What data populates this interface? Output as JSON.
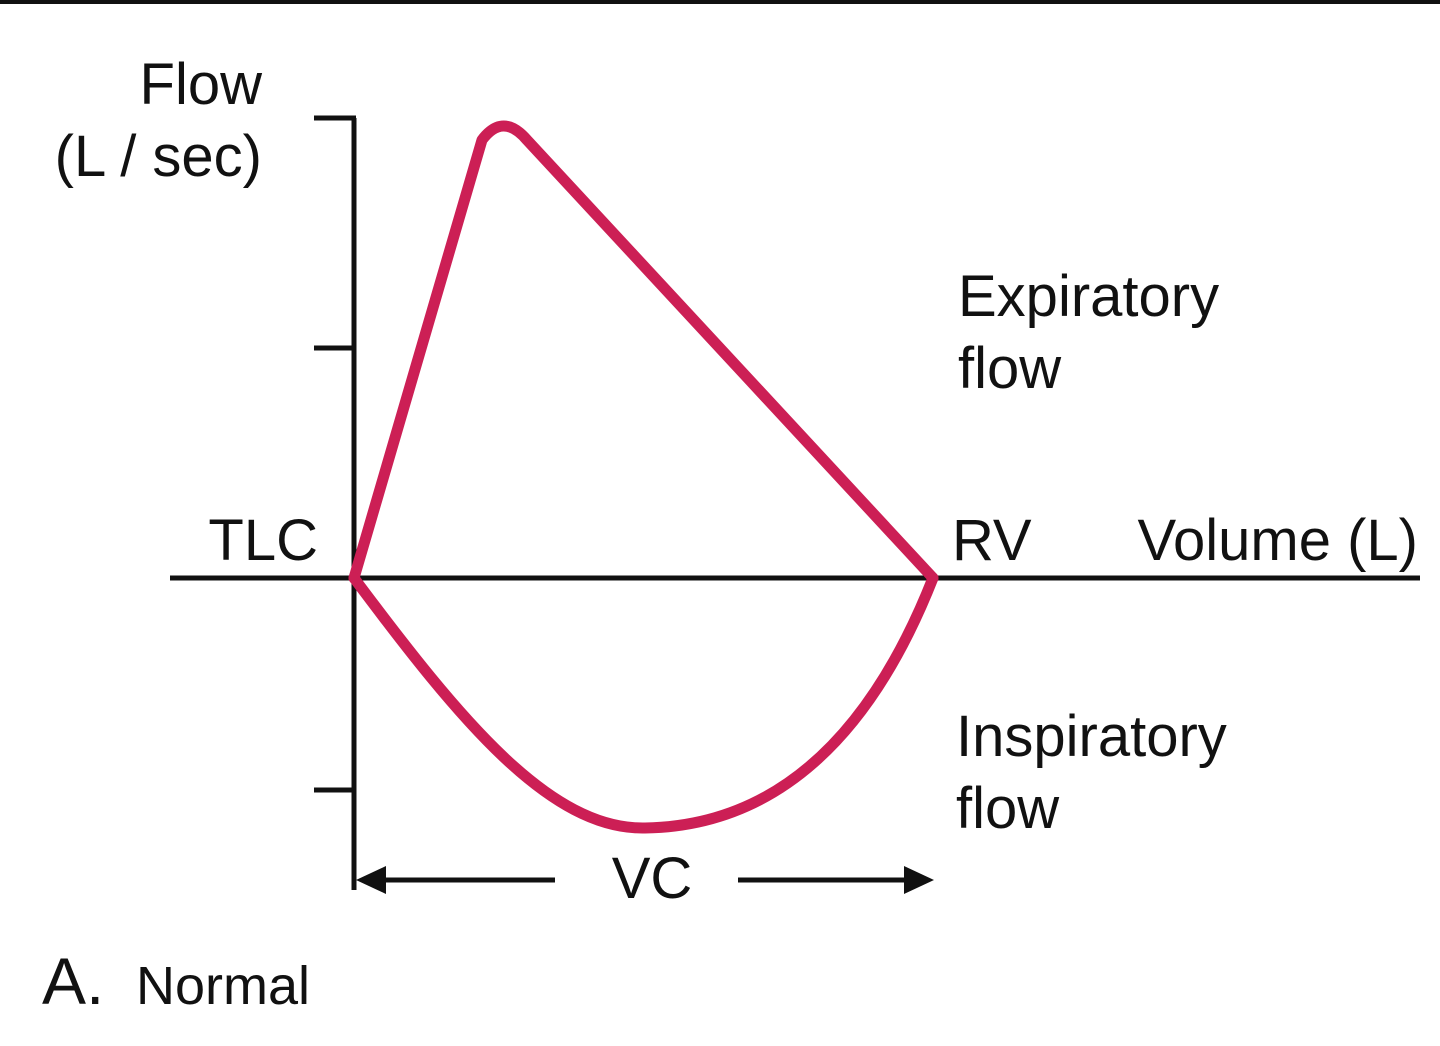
{
  "figure": {
    "panel_letter": "A.",
    "panel_title": "Normal"
  },
  "axes": {
    "y_label_line1": "Flow",
    "y_label_line2": "(L / sec)",
    "x_label": "Volume (L)"
  },
  "points": {
    "left": "TLC",
    "right": "RV",
    "span": "VC"
  },
  "regions": {
    "expiratory_line1": "Expiratory",
    "expiratory_line2": "flow",
    "inspiratory_line1": "Inspiratory",
    "inspiratory_line2": "flow"
  },
  "colors": {
    "loop": "#cc1f55",
    "axis": "#111111",
    "text": "#111111"
  }
}
